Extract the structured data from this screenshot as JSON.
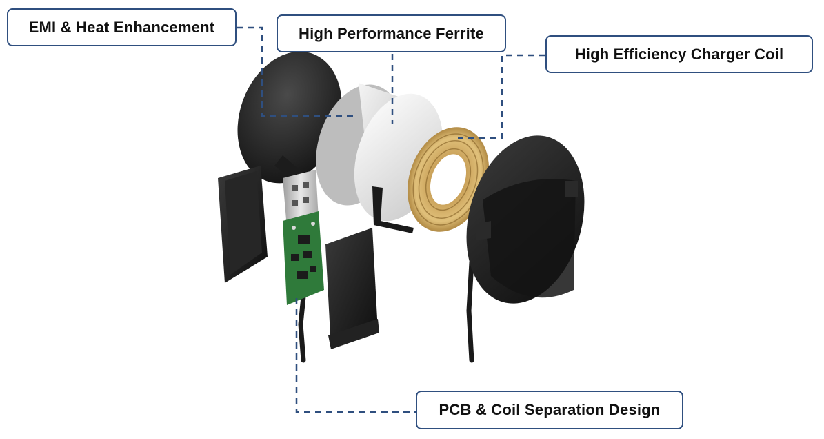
{
  "callouts": {
    "emi": "EMI & Heat Enhancement",
    "ferrite": "High Performance Ferrite",
    "coil": "High Efficiency Charger Coil",
    "pcb": "PCB & Coil Separation Design"
  },
  "colors": {
    "connector_line": "#2f4f7f",
    "background": "#ffffff"
  }
}
